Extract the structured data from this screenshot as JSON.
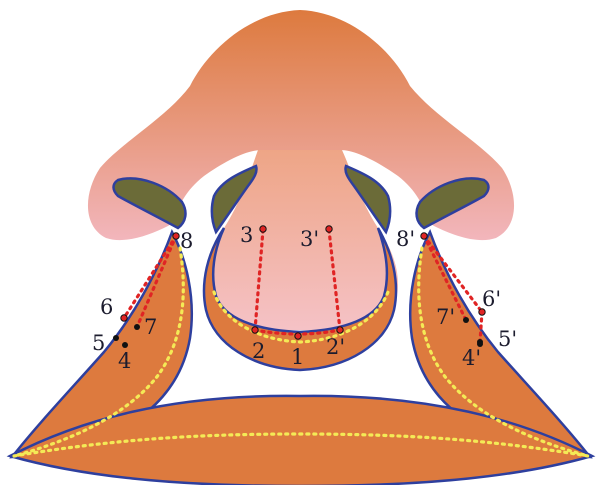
{
  "colors": {
    "orange": "#dd7a3e",
    "outline": "#2e3f9e",
    "olive": "#6b6b38",
    "red_dots": "#e02424",
    "yellow_dots": "#f4ea56",
    "black_point": "#111111",
    "pink": "#f2b6bc",
    "peach": "#eea586"
  },
  "labels": {
    "l1": "1",
    "l2": "2",
    "l2p": "2'",
    "l3": "3",
    "l3p": "3'",
    "l4": "4",
    "l4p": "4'",
    "l5": "5",
    "l5p": "5'",
    "l6": "6",
    "l6p": "6'",
    "l7": "7",
    "l7p": "7'",
    "l8": "8",
    "l8p": "8'"
  }
}
